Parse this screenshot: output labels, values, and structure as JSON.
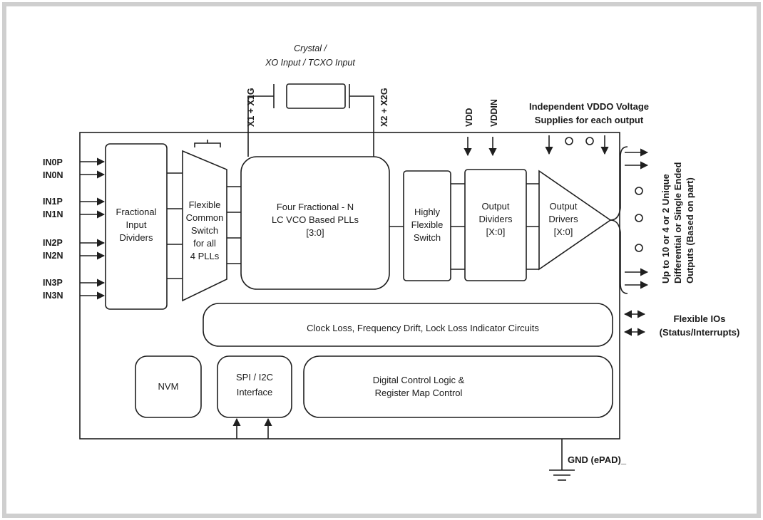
{
  "diagram": {
    "crystal": {
      "line1": "Crystal /",
      "line2": "XO Input / TCXO Input"
    },
    "crystal_pins": {
      "left": "X1 + X1G",
      "right": "X2 + X2G"
    },
    "supply_pins": {
      "vdd": "VDD",
      "vddin": "VDDIN"
    },
    "vddo_note": {
      "line1": "Independent VDDO Voltage",
      "line2": "Supplies for each output"
    },
    "inputs": [
      "IN0P",
      "IN0N",
      "IN1P",
      "IN1N",
      "IN2P",
      "IN2N",
      "IN3P",
      "IN3N"
    ],
    "blocks": {
      "fractional_input_dividers": [
        "Fractional",
        "Input",
        "Dividers"
      ],
      "flexible_common_switch": [
        "Flexible",
        "Common",
        "Switch",
        "for all",
        "4 PLLs"
      ],
      "plls": [
        "Four Fractional - N",
        "LC VCO Based PLLs",
        "[3:0]"
      ],
      "highly_flexible_switch": [
        "Highly",
        "Flexible",
        "Switch"
      ],
      "output_dividers": [
        "Output",
        "Dividers",
        "[X:0]"
      ],
      "output_drivers": [
        "Output",
        "Drivers",
        "[X:0]"
      ],
      "clock_loss": "Clock Loss, Frequency Drift, Lock Loss Indicator Circuits",
      "nvm": "NVM",
      "spi_i2c": [
        "SPI / I2C",
        "Interface"
      ],
      "digital_control": [
        "Digital Control Logic &",
        "Register Map Control"
      ]
    },
    "outputs_note": [
      "Up to 10 or 4 or 2 Unique",
      "Differential or Single Ended",
      "Outputs (Based on part)"
    ],
    "flexible_ios": {
      "line1": "Flexible IOs",
      "line2": "(Status/Interrupts)"
    },
    "gnd": "GND (ePAD)_"
  }
}
